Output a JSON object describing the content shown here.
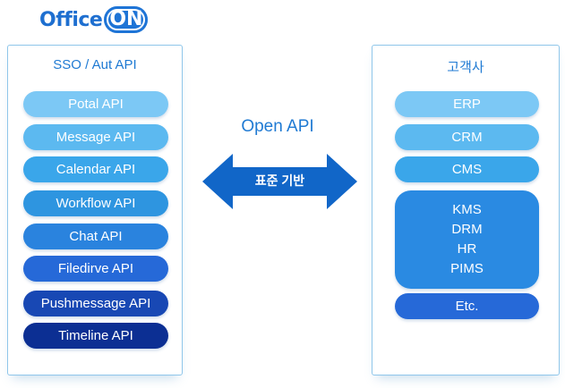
{
  "logo": {
    "text": "Office",
    "badge": "ON"
  },
  "left_panel": {
    "title": "SSO / Aut API",
    "items": [
      {
        "label": "Potal API",
        "color": "#7cc8f5"
      },
      {
        "label": "Message API",
        "color": "#5cb9f0"
      },
      {
        "label": "Calendar API",
        "color": "#3aa6ea"
      },
      {
        "label": "Workflow API",
        "color": "#2e95e0"
      },
      {
        "label": "Chat API",
        "color": "#2a83de"
      },
      {
        "label": "Filedirve API",
        "color": "#2669d8"
      },
      {
        "label": "Pushmessage API",
        "color": "#1848b4"
      },
      {
        "label": "Timeline API",
        "color": "#0c2f93"
      }
    ]
  },
  "center": {
    "title": "Open API",
    "arrow_label": "표준 기반",
    "arrow_color": "#1166c8"
  },
  "right_panel": {
    "title": "고객사",
    "items": [
      {
        "label": "ERP",
        "color": "#7cc8f5"
      },
      {
        "label": "CRM",
        "color": "#5cb9f0"
      },
      {
        "label": "CMS",
        "color": "#3aa6ea"
      }
    ],
    "group": [
      "KMS",
      "DRM",
      "HR",
      "PIMS"
    ],
    "group_color": "#2a8ae2",
    "last": {
      "label": "Etc.",
      "color": "#2669d8"
    }
  }
}
